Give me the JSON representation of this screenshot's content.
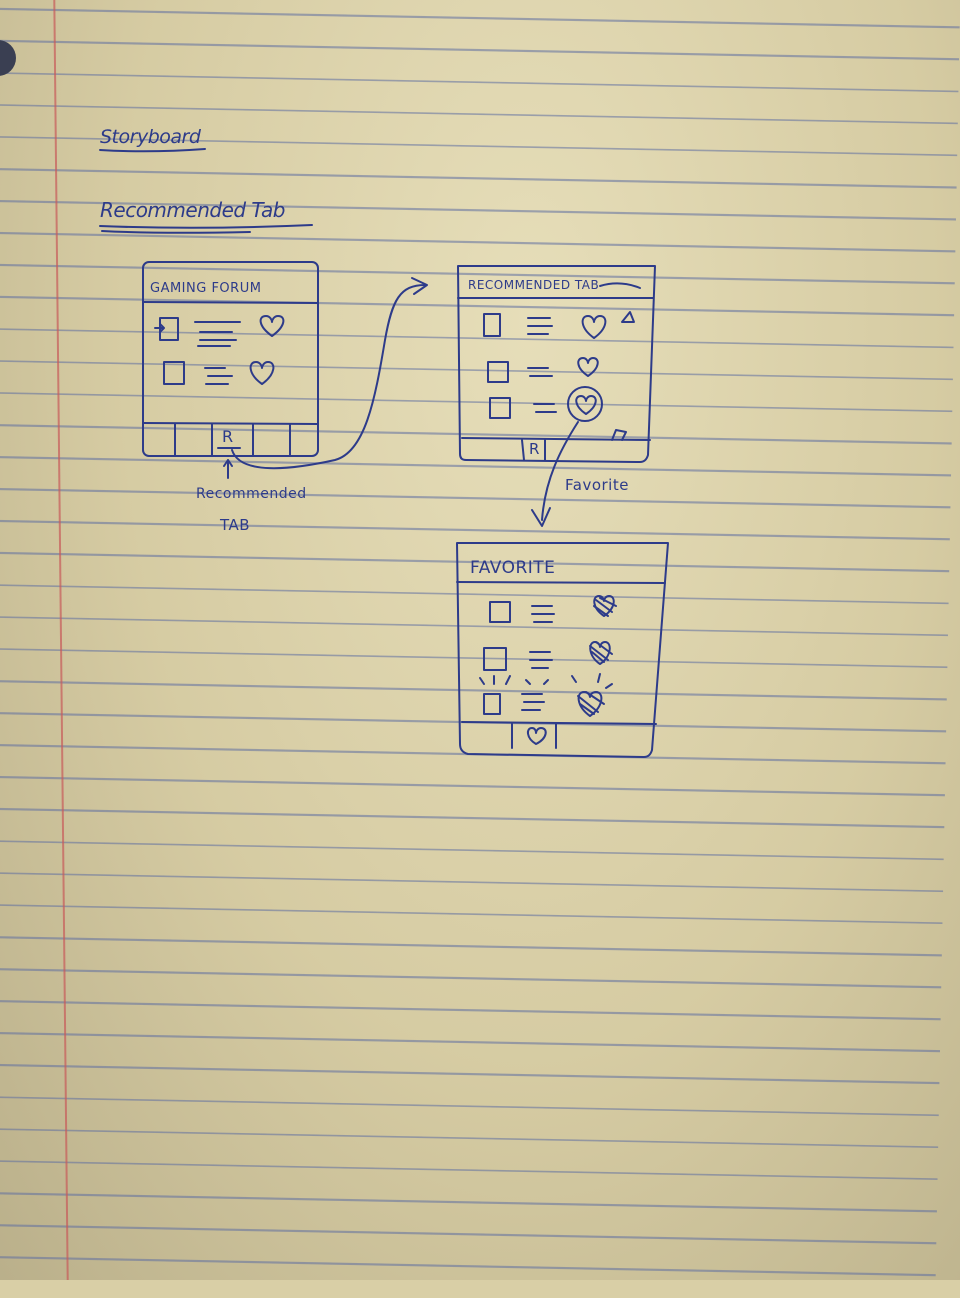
{
  "page": {
    "title": "Storyboard",
    "subtitle": "Recommended Tab"
  },
  "screens": {
    "home": {
      "header": "GAMING FORUM",
      "tab_label": "R"
    },
    "recommended": {
      "header": "RECOMMENDED TAB",
      "tab_label": "R"
    },
    "favorite": {
      "header": "FAVORITE"
    }
  },
  "annotations": {
    "recommended_tab_line1": "Recommended",
    "recommended_tab_line2": "TAB",
    "favorite_action": "Favorite"
  },
  "colors": {
    "ink": "#2d3b8a",
    "paper": "#d9cfa6",
    "rule_line": "#5f6ea0",
    "margin_line": "#c85a5a"
  }
}
